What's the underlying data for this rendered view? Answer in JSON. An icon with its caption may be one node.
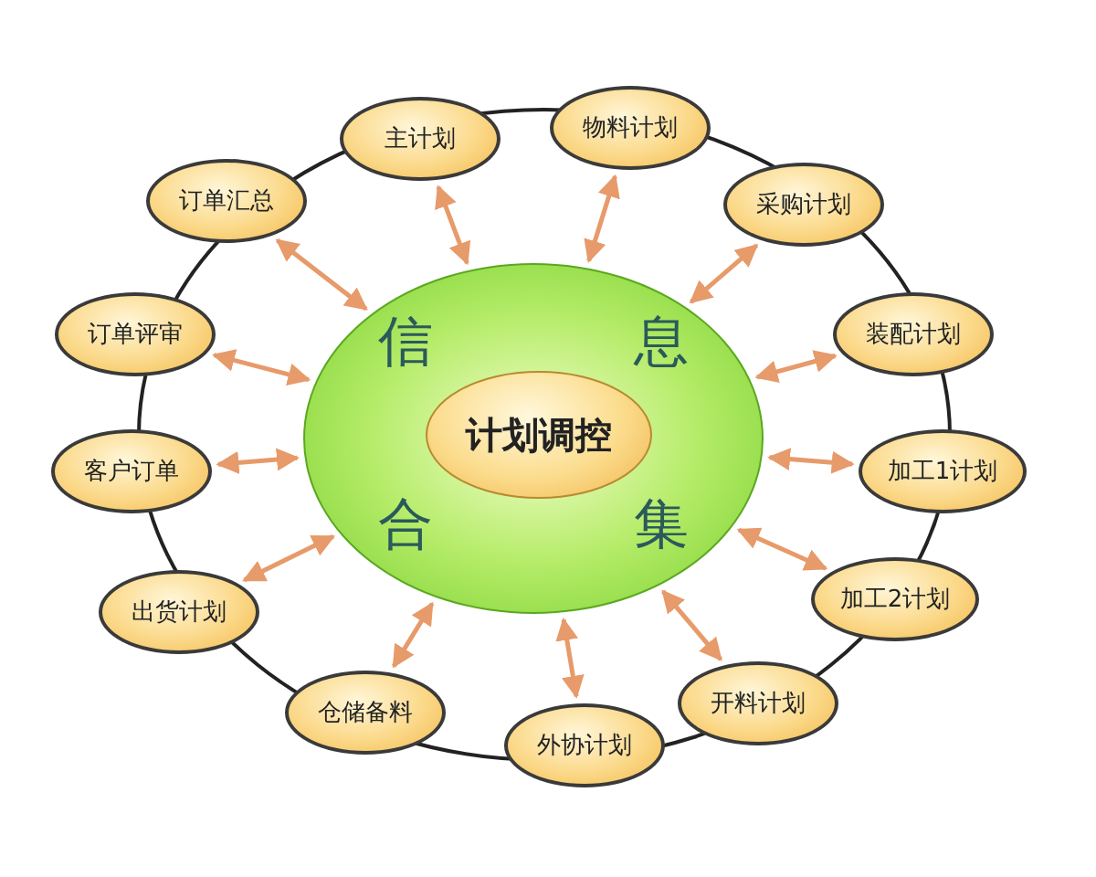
{
  "diagram": {
    "nodes": [
      {
        "text": [
          "信",
          "息",
          "合",
          "集"
        ]
      },
      {
        "text": [
          "计划调控"
        ],
        "in": 0
      },
      {
        "text": [
          "主计划"
        ]
      },
      {
        "text": [
          "物料计划"
        ]
      },
      {
        "text": [
          "采购计划"
        ]
      },
      {
        "text": [
          "装配计划"
        ]
      },
      {
        "text": [
          "加工1计划"
        ]
      },
      {
        "text": [
          "加工2计划"
        ]
      },
      {
        "text": [
          "开料计划"
        ]
      },
      {
        "text": [
          "外协计划"
        ]
      },
      {
        "text": [
          "仓储备料"
        ]
      },
      {
        "text": [
          "出货计划"
        ]
      },
      {
        "text": [
          "客户订单"
        ]
      },
      {
        "text": [
          "订单评审"
        ]
      },
      {
        "text": [
          "订单汇总"
        ]
      }
    ],
    "edges": [
      {
        "from": 2,
        "to": 0,
        "arrow": "both"
      },
      {
        "from": 3,
        "to": 0,
        "arrow": "both"
      },
      {
        "from": 4,
        "to": 0,
        "arrow": "both"
      },
      {
        "from": 5,
        "to": 0,
        "arrow": "both"
      },
      {
        "from": 6,
        "to": 0,
        "arrow": "both"
      },
      {
        "from": 7,
        "to": 0,
        "arrow": "both"
      },
      {
        "from": 8,
        "to": 0,
        "arrow": "both"
      },
      {
        "from": 9,
        "to": 0,
        "arrow": "both"
      },
      {
        "from": 10,
        "to": 0,
        "arrow": "both"
      },
      {
        "from": 11,
        "to": 0,
        "arrow": "both"
      },
      {
        "from": 12,
        "to": 0,
        "arrow": "both"
      },
      {
        "from": 13,
        "to": 0,
        "arrow": "both"
      },
      {
        "from": 14,
        "to": 0,
        "arrow": "both"
      }
    ]
  }
}
